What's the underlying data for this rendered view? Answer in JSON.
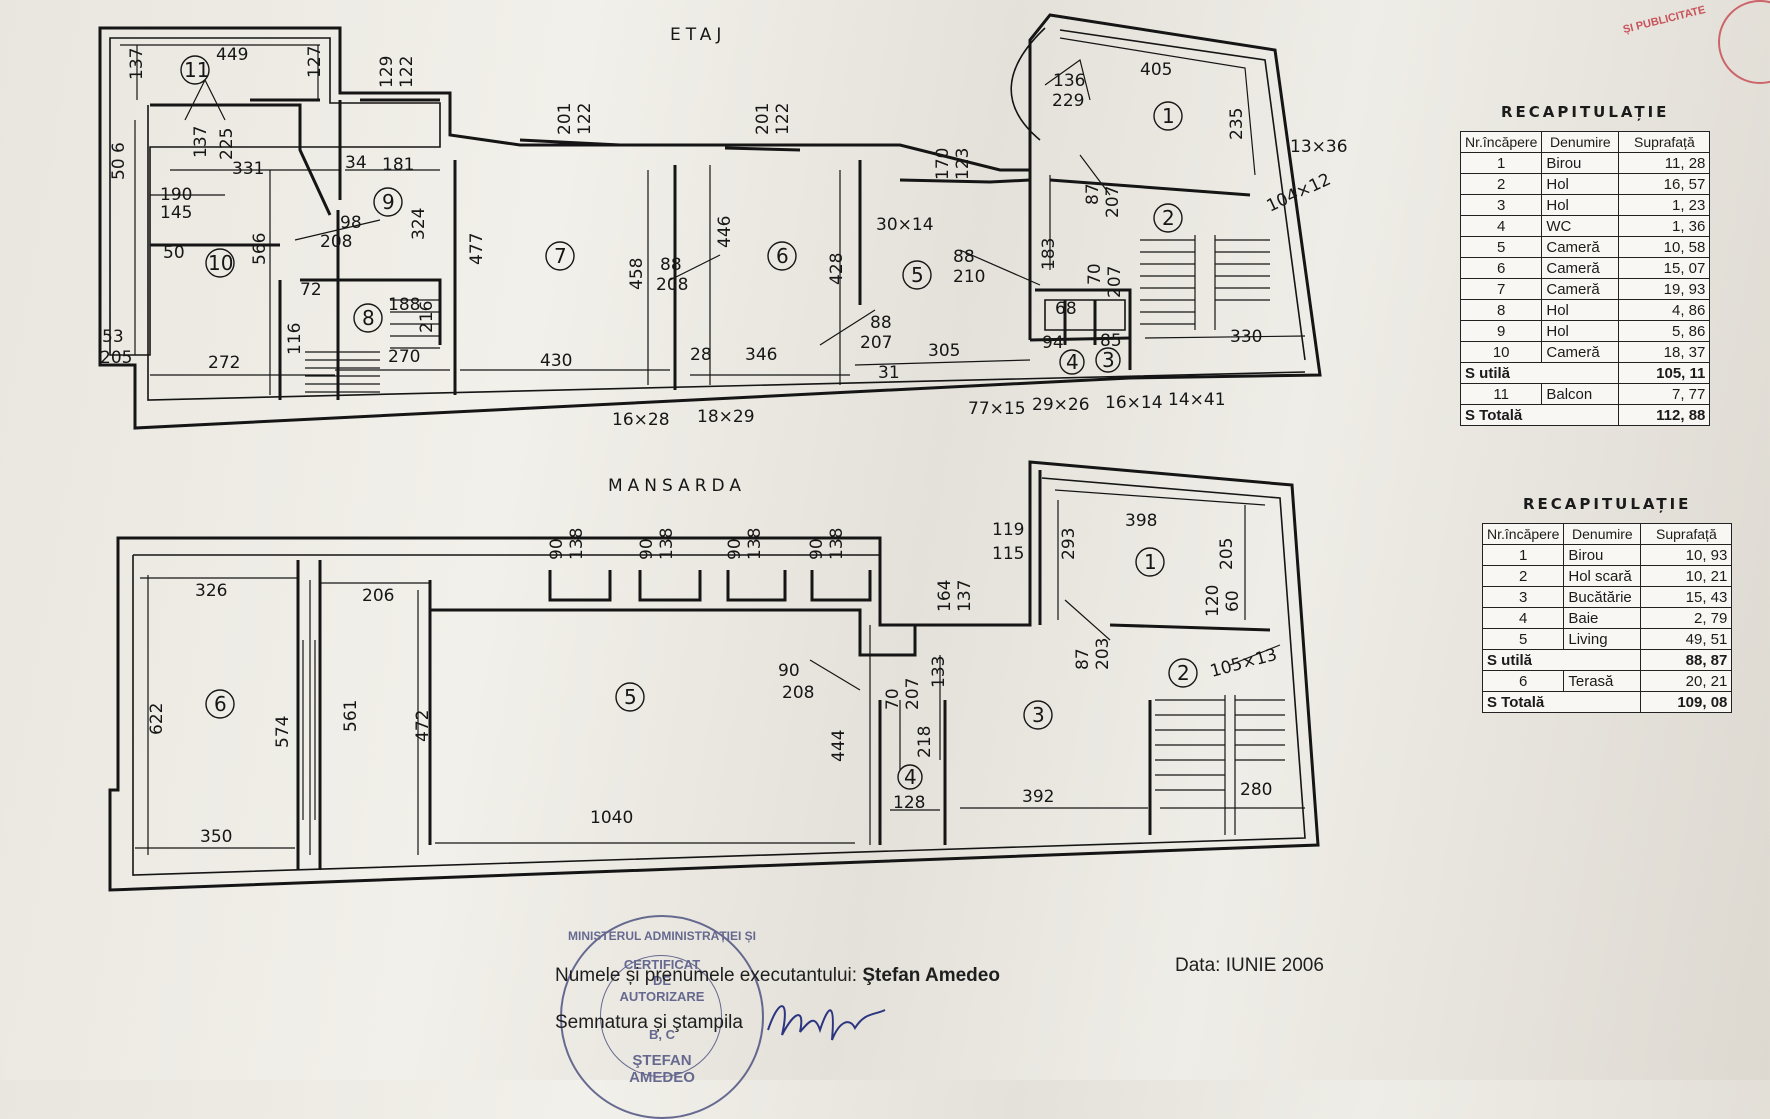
{
  "plan": {
    "etaj_title": "ETAJ",
    "mansarda_title": "MANSARDA",
    "etaj_rooms": [
      "1",
      "2",
      "3",
      "4",
      "5",
      "6",
      "7",
      "8",
      "9",
      "10",
      "11"
    ],
    "mansarda_rooms": [
      "1",
      "2",
      "3",
      "4",
      "5",
      "6"
    ],
    "etaj_dims": [
      "449",
      "137",
      "127",
      "129",
      "122",
      "50 6",
      "190",
      "145",
      "331",
      "34",
      "181",
      "98",
      "208",
      "137",
      "225",
      "324",
      "50",
      "566",
      "72",
      "188",
      "216",
      "53",
      "205",
      "272",
      "116",
      "270",
      "477",
      "430",
      "458",
      "201",
      "122",
      "88",
      "208",
      "446",
      "201",
      "122",
      "28",
      "346",
      "428",
      "16×28",
      "18×29",
      "88",
      "207",
      "31",
      "305",
      "30×14",
      "88",
      "210",
      "170",
      "123",
      "136",
      "229",
      "405",
      "235",
      "13×36",
      "87",
      "207",
      "183",
      "70",
      "207",
      "68",
      "94",
      "85",
      "330",
      "104×12",
      "77×15",
      "29×26",
      "16×14",
      "14×41"
    ],
    "mansarda_dims": [
      "326",
      "206",
      "90",
      "138",
      "90",
      "138",
      "90",
      "138",
      "90",
      "138",
      "119",
      "115",
      "398",
      "293",
      "205",
      "164",
      "137",
      "120",
      "60",
      "87",
      "203",
      "105×13",
      "90",
      "208",
      "133",
      "70",
      "207",
      "218",
      "622",
      "574",
      "561",
      "472",
      "444",
      "350",
      "1040",
      "128",
      "392",
      "280"
    ]
  },
  "recap_etaj": {
    "title": "RECAPITULAȚIE",
    "headers": [
      "Nr.încăpere",
      "Denumire",
      "Suprafață"
    ],
    "rows": [
      [
        "1",
        "Birou",
        "11, 28"
      ],
      [
        "2",
        "Hol",
        "16, 57"
      ],
      [
        "3",
        "Hol",
        "1, 23"
      ],
      [
        "4",
        "WC",
        "1, 36"
      ],
      [
        "5",
        "Cameră",
        "10, 58"
      ],
      [
        "6",
        "Cameră",
        "15, 07"
      ],
      [
        "7",
        "Cameră",
        "19, 93"
      ],
      [
        "8",
        "Hol",
        "4, 86"
      ],
      [
        "9",
        "Hol",
        "5, 86"
      ],
      [
        "10",
        "Cameră",
        "18, 37"
      ]
    ],
    "s_utila_label": "S utilă",
    "s_utila_value": "105, 11",
    "extra_row": [
      "11",
      "Balcon",
      "7, 77"
    ],
    "s_totala_label": "S Totală",
    "s_totala_value": "112, 88"
  },
  "recap_mansarda": {
    "title": "RECAPITULAȚIE",
    "headers": [
      "Nr.încăpere",
      "Denumire",
      "Suprafață"
    ],
    "rows": [
      [
        "1",
        "Birou",
        "10, 93"
      ],
      [
        "2",
        "Hol scară",
        "10, 21"
      ],
      [
        "3",
        "Bucătărie",
        "15, 43"
      ],
      [
        "4",
        "Baie",
        "2, 79"
      ],
      [
        "5",
        "Living",
        "49, 51"
      ]
    ],
    "s_utila_label": "S utilă",
    "s_utila_value": "88, 87",
    "extra_row": [
      "6",
      "Terasă",
      "20, 21"
    ],
    "s_totala_label": "S Totală",
    "s_totala_value": "109, 08"
  },
  "footer": {
    "executant_label": "Numele și prenumele executantului:",
    "executant_name": "Ştefan Amedeo",
    "signature_label": "Semnatura  și ştampila",
    "date": "Data: IUNIE 2006"
  },
  "stamp": {
    "ring_text": "MINISTERUL ADMINISTRAȚIEI ȘI",
    "l1": "CERTIFICAT",
    "l2": "DE",
    "l3": "AUTORIZARE",
    "l4": "B, C",
    "l5": "ŞTEFAN",
    "l6": "AMEDEO"
  },
  "top_stamp_text": "ȘI PUBLICITATE"
}
